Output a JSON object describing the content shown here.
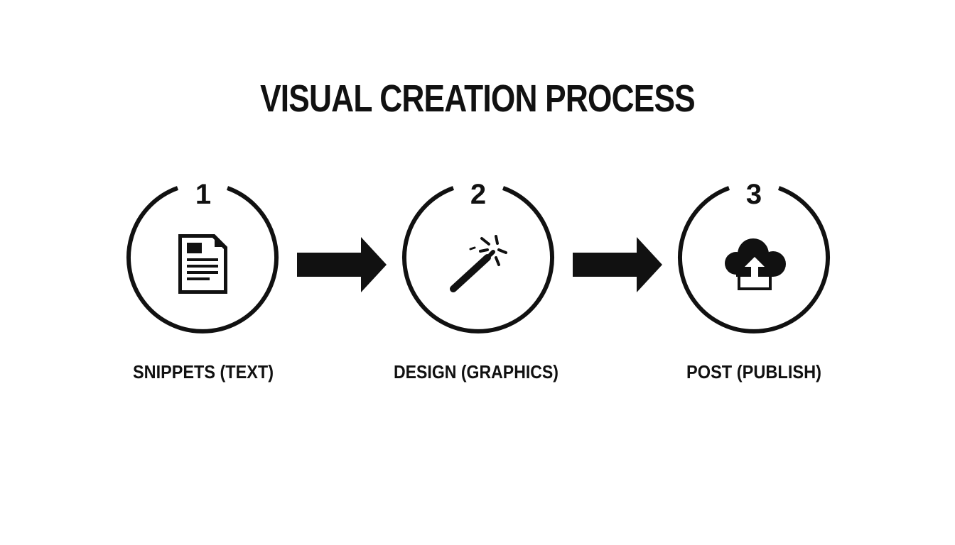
{
  "title": "VISUAL CREATION PROCESS",
  "colors": {
    "ink": "#111111",
    "background": "#ffffff"
  },
  "steps": [
    {
      "number": "1",
      "label": "SNIPPETS (TEXT)",
      "icon": "document-icon"
    },
    {
      "number": "2",
      "label": "DESIGN (GRAPHICS)",
      "icon": "magic-wand-icon"
    },
    {
      "number": "3",
      "label": "POST (PUBLISH)",
      "icon": "cloud-upload-icon"
    }
  ]
}
